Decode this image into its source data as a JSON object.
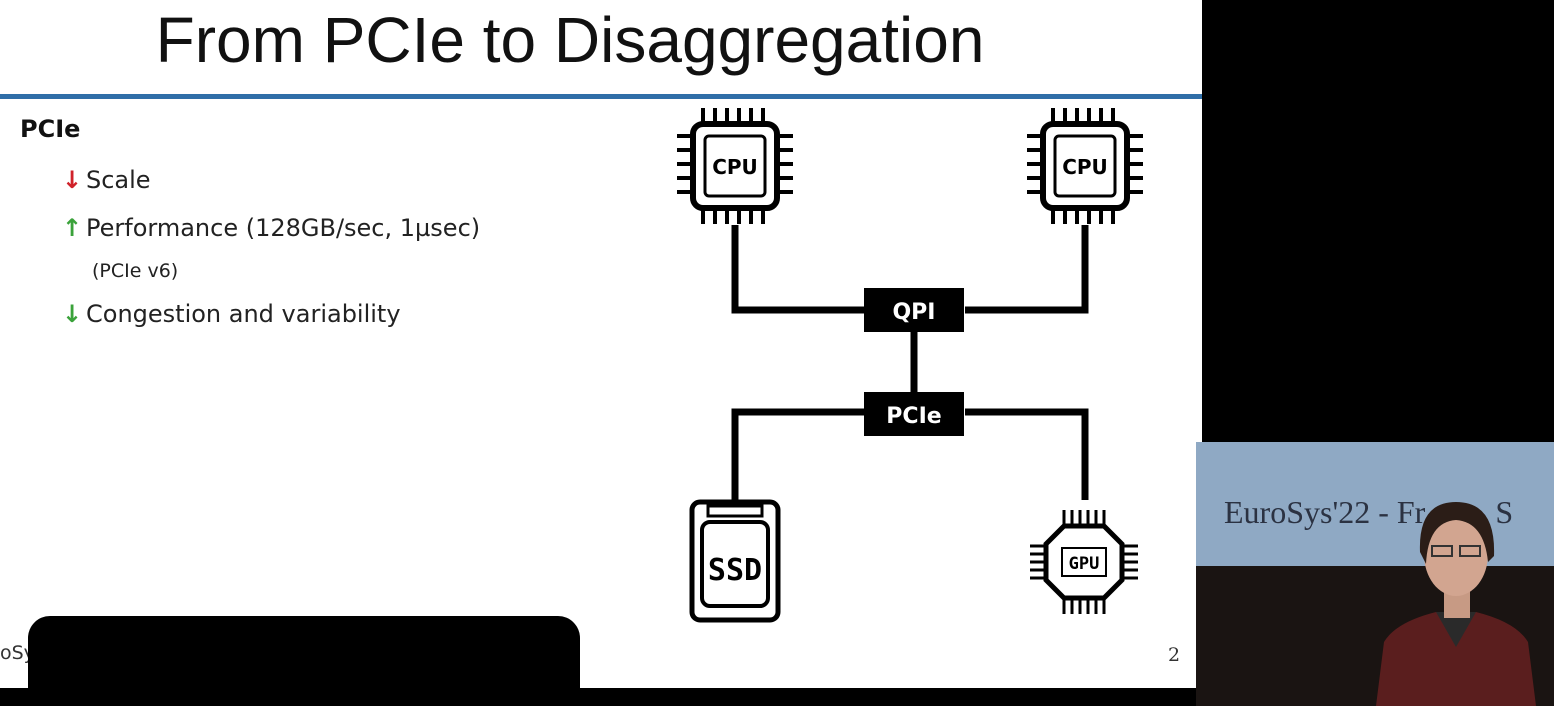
{
  "slide": {
    "title": "From PCIe to Disaggregation",
    "section_heading": "PCIe",
    "bullets": [
      {
        "arrow": "↓",
        "text": "Scale"
      },
      {
        "arrow": "↑",
        "text": "Performance (128GB/sec, 1µsec)"
      },
      {
        "arrow": "↓",
        "text": "Congestion and variability"
      }
    ],
    "sub_note": "(PCIe v6)",
    "footer_left": "oSy",
    "page_number": "2"
  },
  "diagram": {
    "cpu_label": "CPU",
    "qpi_label": "QPI",
    "pcie_label": "PCIe",
    "ssd_label": "SSD",
    "gpu_label": "GPU"
  },
  "webcam": {
    "banner_text": "EuroSys'22 - Fr",
    "banner_text_tail": "S"
  },
  "colors": {
    "title_rule": "#2f6ea8",
    "arrow_red": "#d0222a",
    "arrow_green": "#3aa23a",
    "banner": "#8fa9c4"
  }
}
